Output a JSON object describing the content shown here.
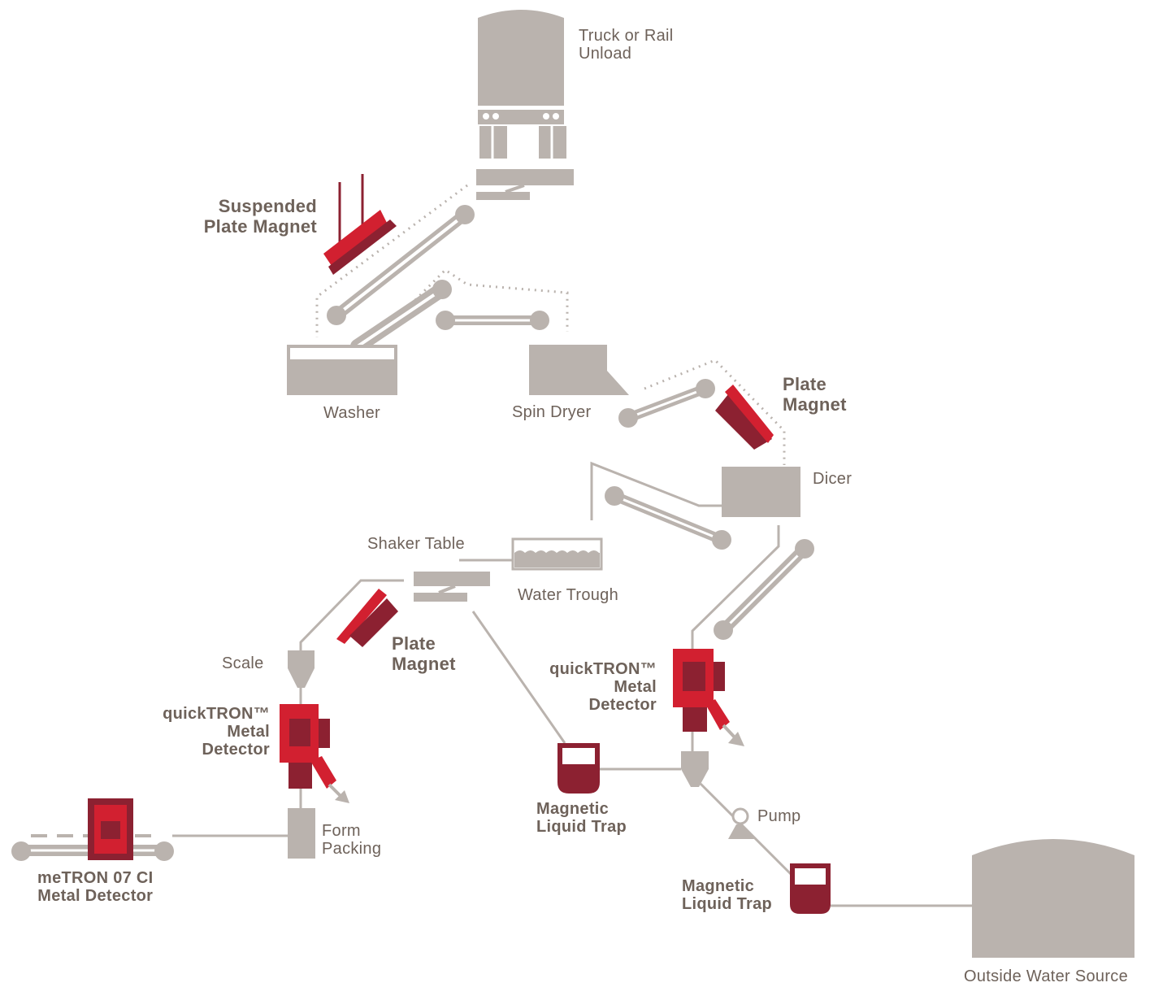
{
  "colors": {
    "equipment": "#bab3ae",
    "magnet": "#d22030",
    "magnet_dark": "#8c2131",
    "dotted": "#bab3ae",
    "label": "#6e625a"
  },
  "labels": {
    "truck_unload": "Truck or Rail\nUnload",
    "suspended_plate_magnet": "Suspended\nPlate Magnet",
    "washer": "Washer",
    "spin_dryer": "Spin Dryer",
    "plate_magnet_1": "Plate\nMagnet",
    "dicer": "Dicer",
    "shaker_table": "Shaker Table",
    "water_trough": "Water Trough",
    "plate_magnet_2": "Plate\nMagnet",
    "scale": "Scale",
    "quicktron_1": "quickTRON™\nMetal\nDetector",
    "quicktron_2": "quickTRON™\nMetal\nDetector",
    "form_packing": "Form\nPacking",
    "metron": "meTRON 07 CI\nMetal Detector",
    "liquid_trap_1": "Magnetic\nLiquid Trap",
    "pump": "Pump",
    "liquid_trap_2": "Magnetic\nLiquid Trap",
    "water_source": "Outside Water Source"
  }
}
